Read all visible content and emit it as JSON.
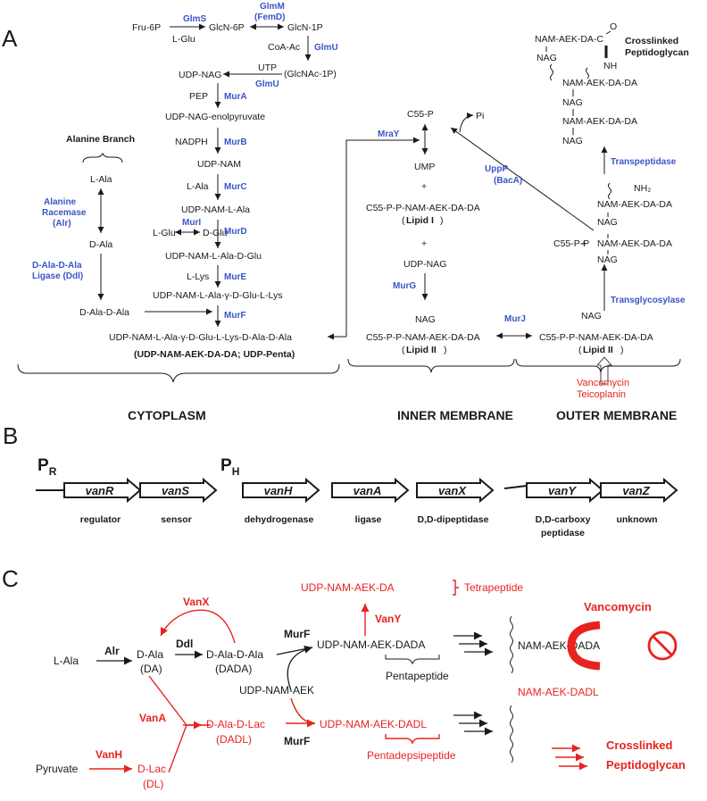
{
  "panels": {
    "a": "A",
    "b": "B",
    "c": "C"
  },
  "a": {
    "fru6p": "Fru-6P",
    "lglu": "L-Glu",
    "glmS": "GlmS",
    "glcn6p": "GlcN-6P",
    "glmM": "GlmM",
    "femD": "(FemD)",
    "glcn1p": "GlcN-1P",
    "coaac": "CoA-Ac",
    "glmU": "GlmU",
    "udpnag": "UDP-NAG",
    "utp": "UTP",
    "glmU2": "GlmU",
    "glcnac1p": "(GlcNAc-1P)",
    "pep": "PEP",
    "murA": "MurA",
    "enolpyr": "UDP-NAG-enolpyruvate",
    "nadph": "NADPH",
    "murB": "MurB",
    "udpnam": "UDP-NAM",
    "lala": "L-Ala",
    "murC": "MurC",
    "udpnamla": "UDP-NAM-L-Ala",
    "murI": "MurI",
    "lglu2": "L-Glu",
    "dglu": "D-Glu",
    "murD": "MurD",
    "udpnamladg": "UDP-NAM-L-Ala-D-Glu",
    "llys": "L-Lys",
    "murE": "MurE",
    "udpnamlys": "UDP-NAM-L-Ala-γ-D-Glu-L-Lys",
    "murF": "MurF",
    "penta": "UDP-NAM-L-Ala-γ-D-Glu-L-Lys-D-Ala-D-Ala",
    "penta_abbr": "(UDP-NAM-AEK-DA-DA; UDP-Penta)",
    "ala_branch": "Alanine Branch",
    "lala2": "L-Ala",
    "alr1": "Alanine",
    "alr2": "Racemase",
    "alr3": "(Alr)",
    "dala": "D-Ala",
    "ddl1": "D-Ala-D-Ala",
    "ddl2": "Ligase (Ddl)",
    "dalada": "D-Ala-D-Ala",
    "mraY": "MraY",
    "c55p": "C55-P",
    "pi": "Pi",
    "ump": "UMP",
    "plus": "+",
    "lipid1": "C55-P-P-NAM-AEK-DA-DA",
    "lipid1_name": "Lipid I",
    "udpnag2": "UDP-NAG",
    "murG": "MurG",
    "nag": "NAG",
    "lipid2": "C55-P-P-NAM-AEK-DA-DA",
    "lipid2_name": "Lipid II",
    "uppP": "UppP",
    "bacA": "(BacA)",
    "murJ": "MurJ",
    "nag_out": "NAG",
    "lipid2_out": "C55-P-P-NAM-AEK-DA-DA",
    "lipid2_out_name": "Lipid II",
    "vanco": "Vancomycin",
    "teico": "Teicoplanin",
    "transgly": "Transglycosylase",
    "c55pp": "C55-P-P",
    "nag1": "NAG",
    "namaek1": "NAM-AEK-DA-DA",
    "nag2": "NAG",
    "namaek2": "NAM-AEK-DA-DA",
    "nh2": "NH₂",
    "transpep": "Transpeptidase",
    "cl_nam": "NAM-AEK-DA-C",
    "cl_o": "O",
    "cl_nh": "NH",
    "cl_nag": "NAG",
    "cl_namb": "NAM-AEK-DA-DA",
    "cl_nagb": "NAG",
    "cl_namc": "NAM-AEK-DA-DA",
    "cl_nagc": "NAG",
    "cl_label1": "Crosslinked",
    "cl_label2": "Peptidoglycan",
    "region_cyto": "CYTOPLASM",
    "region_inner": "INNER MEMBRANE",
    "region_outer": "OUTER MEMBRANE"
  },
  "b": {
    "pr": "P",
    "pr_sub": "R",
    "ph": "P",
    "ph_sub": "H",
    "genes": [
      {
        "name": "vanR",
        "func": "regulator"
      },
      {
        "name": "vanS",
        "func": "sensor"
      },
      {
        "name": "vanH",
        "func": "dehydrogenase"
      },
      {
        "name": "vanA",
        "func": "ligase"
      },
      {
        "name": "vanX",
        "func": "D,D-dipeptidase"
      },
      {
        "name": "vanY",
        "func": "D,D-carboxy",
        "func2": "peptidase"
      },
      {
        "name": "vanZ",
        "func": "unknown"
      }
    ]
  },
  "c": {
    "lala": "L-Ala",
    "alr": "Alr",
    "dala": "D-Ala",
    "da": "(DA)",
    "ddl": "Ddl",
    "dalada": "D-Ala-D-Ala",
    "dada": "(DADA)",
    "vanX": "VanX",
    "murF": "MurF",
    "udpnamaek": "UDP-NAM-AEK",
    "udpdada": "UDP-NAM-AEK-DADA",
    "pentapep": "Pentapeptide",
    "vanY": "VanY",
    "udpda": "UDP-NAM-AEK-DA",
    "tetrapep": "Tetrapeptide",
    "namdada": "NAM-AEK-DADA",
    "vancomycin": "Vancomycin",
    "vanA": "VanA",
    "daladlac": "D-Ala-D-Lac",
    "dadl": "(DADL)",
    "murF2": "MurF",
    "udpdadl": "UDP-NAM-AEK-DADL",
    "pentadep": "Pentadepsipeptide",
    "namdadl": "NAM-AEK-DADL",
    "pyruvate": "Pyruvate",
    "vanH": "VanH",
    "dlac": "D-Lac",
    "dl": "(DL)",
    "cl1": "Crosslinked",
    "cl2": "Peptidoglycan"
  },
  "colors": {
    "blue": "#3a55c6",
    "red": "#e8231f",
    "black": "#1a1a1a"
  }
}
